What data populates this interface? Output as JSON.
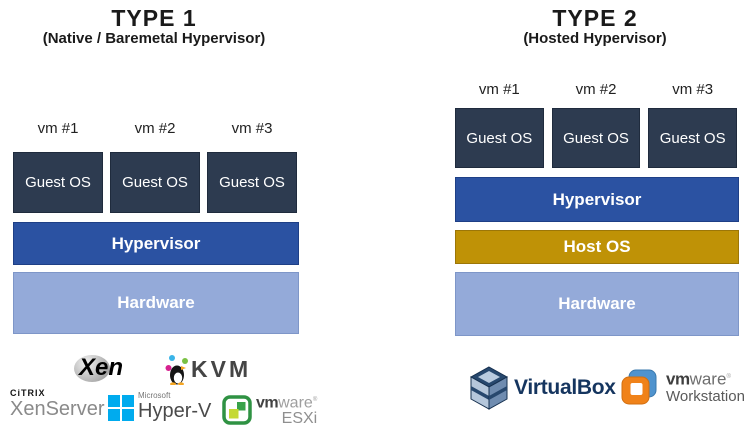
{
  "colors": {
    "guest_os": "#2d3b50",
    "hypervisor": "#2b52a2",
    "host_os": "#bf9206",
    "hardware": "#94aad9"
  },
  "panels": {
    "type1": {
      "title": "TYPE 1",
      "subtitle": "(Native / Baremetal Hypervisor)",
      "vm_labels": [
        "vm #1",
        "vm #2",
        "vm #3"
      ],
      "guest_os": "Guest OS",
      "hypervisor": "Hypervisor",
      "hardware": "Hardware",
      "logos": {
        "xen": "Xen",
        "kvm": "KVM",
        "citrix": "CiTRIX",
        "xenserver": "XenServer",
        "microsoft": "Microsoft",
        "hyperv": "Hyper-V",
        "vm": "vm",
        "ware": "ware",
        "reg": "®",
        "esxi": "ESXi"
      }
    },
    "type2": {
      "title": "TYPE 2",
      "subtitle": "(Hosted Hypervisor)",
      "vm_labels": [
        "vm #1",
        "vm #2",
        "vm #3"
      ],
      "guest_os": "Guest OS",
      "hypervisor": "Hypervisor",
      "host_os": "Host OS",
      "hardware": "Hardware",
      "logos": {
        "virtualbox": "VirtualBox",
        "vm": "vm",
        "ware": "ware",
        "reg": "®",
        "workstation": "Workstation"
      }
    }
  }
}
